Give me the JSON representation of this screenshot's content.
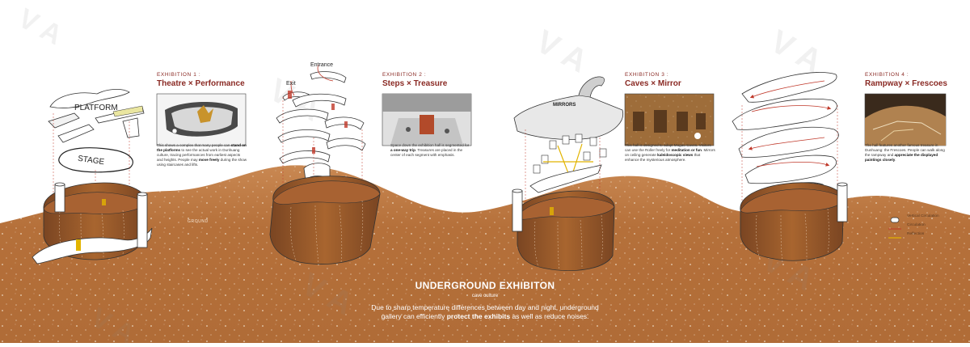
{
  "exhibitions": [
    {
      "kicker": "EXHIBITION 1 :",
      "title": "Theatre × Performance",
      "desc_a": "This shows a complex that many people can ",
      "desc_b": "stand on the platforms",
      "desc_c": " to see the actual work in Dunhuang culture, tracing performances from earliest aspects and heights. People may ",
      "desc_d": "move freely",
      "desc_e": " during the show using staircases and lifts."
    },
    {
      "kicker": "EXHIBITION 2 :",
      "title": "Steps × Treasure",
      "desc_a": "Space down the exhibition hall is segmented for ",
      "desc_b": "a one-way trip",
      "desc_c": ". Treasures are placed in the center of each segment with emphasis.",
      "desc_d": "",
      "desc_e": ""
    },
    {
      "kicker": "EXHIBITION 3 :",
      "title": "Caves × Mirror",
      "desc_a": "This hall is designed to adapt Mogao Caves. Visitors can use the Roller freely for ",
      "desc_b": "meditation or fun",
      "desc_c": ". Mirrors on ceiling generate ",
      "desc_d": "kaleidoscopic views",
      "desc_e": " that enhance the mysterious atmosphere."
    },
    {
      "kicker": "EXHIBITION 4 :",
      "title": "Rampway × Frescoes",
      "desc_a": "The hall features another famous treasure in Dunhuang: the Frescoes. People can walk along the rampway and ",
      "desc_b": "appreciate the displayed paintings closely",
      "desc_c": ".",
      "desc_d": "",
      "desc_e": ""
    }
  ],
  "labels": {
    "platform": "PLATFORM",
    "stage": "STAGE",
    "entrance": "Entrance",
    "exit": "Exit",
    "mirrors": "MIRRORS",
    "ground": "GROUND"
  },
  "legend": {
    "vertical": "Vertical Circulation",
    "circulation": "Circulation",
    "reflection": "Reflection"
  },
  "bottom": {
    "title": "UNDERGROUND EXHIBITON",
    "subtitle": "cave culture",
    "line1": "Due to sharp temperature differences between day and night, underground",
    "line2_a": "gallery can efficiently ",
    "line2_b": "protect the exhibits",
    "line2_c": " as well as reduce noises."
  },
  "colors": {
    "earth": "#b5703a",
    "earth_dark": "#8b5327",
    "accent": "#8a2a24",
    "circulation": "#c0392b",
    "reflection": "#e2b400"
  }
}
